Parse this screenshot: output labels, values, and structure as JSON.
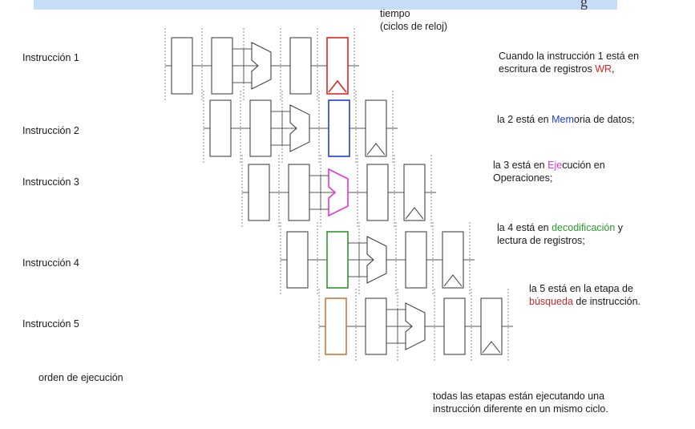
{
  "header": {
    "title_fragment": "g"
  },
  "time_label": {
    "line1": "tiempo",
    "line2": "(ciclos de reloj)"
  },
  "instructions": [
    {
      "label": "Instrucción 1"
    },
    {
      "label": "Instrucción 2"
    },
    {
      "label": "Instrucción 3"
    },
    {
      "label": "Instrucción 4"
    },
    {
      "label": "Instrucción 5"
    }
  ],
  "order_label": "orden de ejecución",
  "notes": [
    {
      "segments": [
        {
          "text": "Cuando la instrucción 1 está en",
          "color": "#1a1a1a"
        }
      ],
      "segments2": [
        {
          "text": "escritura de registros ",
          "color": "#1a1a1a"
        },
        {
          "text": "WR",
          "color": "#e02424"
        },
        {
          "text": ",",
          "color": "#1a1a1a"
        }
      ]
    },
    {
      "segments": [
        {
          "text": "la 2 está en ",
          "color": "#1a1a1a"
        },
        {
          "text": "Mem",
          "color": "#1d3fd6"
        },
        {
          "text": "oria de datos;",
          "color": "#1a1a1a"
        }
      ],
      "segments2": []
    },
    {
      "segments": [
        {
          "text": "la 3 está en ",
          "color": "#1a1a1a"
        },
        {
          "text": "Eje",
          "color": "#e236d6"
        },
        {
          "text": "cución en",
          "color": "#1a1a1a"
        }
      ],
      "segments2": [
        {
          "text": "Operaciones;",
          "color": "#1a1a1a"
        }
      ]
    },
    {
      "segments": [
        {
          "text": "la 4 está en ",
          "color": "#1a1a1a"
        },
        {
          "text": "decodificación",
          "color": "#2b9a2b"
        },
        {
          "text": " y",
          "color": "#1a1a1a"
        }
      ],
      "segments2": [
        {
          "text": "lectura de registros;",
          "color": "#1a1a1a"
        }
      ]
    },
    {
      "segments": [
        {
          "text": "la 5 está en la etapa de",
          "color": "#1a1a1a"
        }
      ],
      "segments2": [
        {
          "text": "búsqueda",
          "color": "#c0282d"
        },
        {
          "text": " de instrucción.",
          "color": "#1a1a1a"
        }
      ]
    }
  ],
  "footer": {
    "line1": "todas las etapas están ejecutando una",
    "line2": "instrucción diferente en un mismo ciclo."
  },
  "highlight_colors": {
    "wr": "#e02424",
    "mem": "#1d3fd6",
    "exe": "#e236d6",
    "dec": "#2b9a2b",
    "fetch": "#c0282d",
    "fetch_box": "#c87a3a"
  }
}
